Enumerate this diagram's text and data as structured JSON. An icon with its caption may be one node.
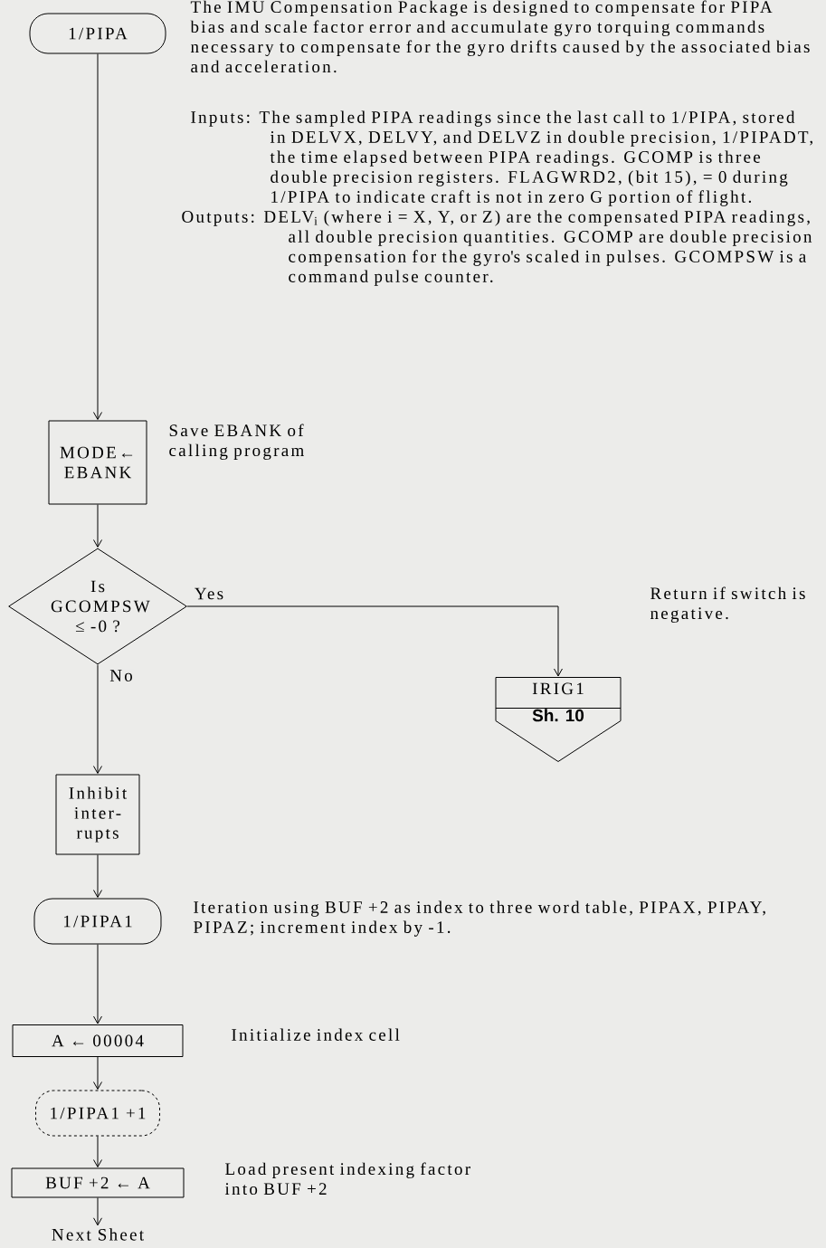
{
  "diagram": {
    "nodes": [
      {
        "text": [
          "1/PIPA"
        ]
      },
      {
        "text": [
          "MODE← EBANK"
        ],
        "beside": [
          "Save EBANK of calling program"
        ]
      },
      {
        "text": [
          "Is GCOMPSW ≤ -0 ?"
        ]
      },
      {
        "text": [
          "IRIG1",
          "Sh. 10"
        ]
      },
      {
        "text": [
          "Inhibit inter- rupts"
        ]
      },
      {
        "text": [
          "1/PIPA1"
        ],
        "beside": [
          "Iteration using BUF +2 as index to three word table, PIPAX, PIPAY, PIPAZ; increment index by -1."
        ]
      },
      {
        "text": [
          "A ← 00004"
        ],
        "beside": [
          "Initialize index cell"
        ]
      },
      {
        "text": [
          "1/PIPA1 +1"
        ]
      },
      {
        "text": [
          "BUF +2 ← A"
        ],
        "beside": [
          "Load present indexing factor into BUF +2"
        ]
      },
      {
        "text": [
          "Next Sheet"
        ]
      }
    ],
    "edges": [
      {
        "from": 0,
        "to": 1,
        "arrow": "to"
      },
      {
        "from": 1,
        "to": 2,
        "arrow": "to"
      },
      {
        "from": 2,
        "to": 3,
        "arrow": "to",
        "label": "Yes"
      },
      {
        "from": 2,
        "to": 4,
        "arrow": "to",
        "label": "No"
      },
      {
        "from": 4,
        "to": 5,
        "arrow": "to"
      },
      {
        "from": 5,
        "to": 6,
        "arrow": "to"
      },
      {
        "from": 6,
        "to": 7,
        "arrow": "to"
      },
      {
        "from": 7,
        "to": 8,
        "arrow": "to"
      },
      {
        "from": 8,
        "to": 9,
        "arrow": "to"
      }
    ],
    "labels": [
      "The IMU Compensation Package is designed to compensate for PIPA bias and scale factor error and accumulate gyro torquing commands necessary to compensate for the gyro drifts caused by the associated bias and acceleration.",
      "Inputs: The sampled PIPA readings since the last call to 1/PIPA, stored in DELVX, DELVY, and DELVZ in double precision, 1/PIPADT, the time elapsed between PIPA readings. GCOMP is three double precision registers. FLAGWRD2, (bit 15), = 0 during 1/PIPA to indicate craft is not in zero G portion of flight.",
      "Outputs: DELV$_{i}$ (where i = X, Y, or Z) are the compensated PIPA readings, all double precision quantities. GCOMP are double precision compensation for the gyro's scaled in pulses. GCOMPSW is a command pulse counter.",
      "Return if switch is negative."
    ]
  }
}
